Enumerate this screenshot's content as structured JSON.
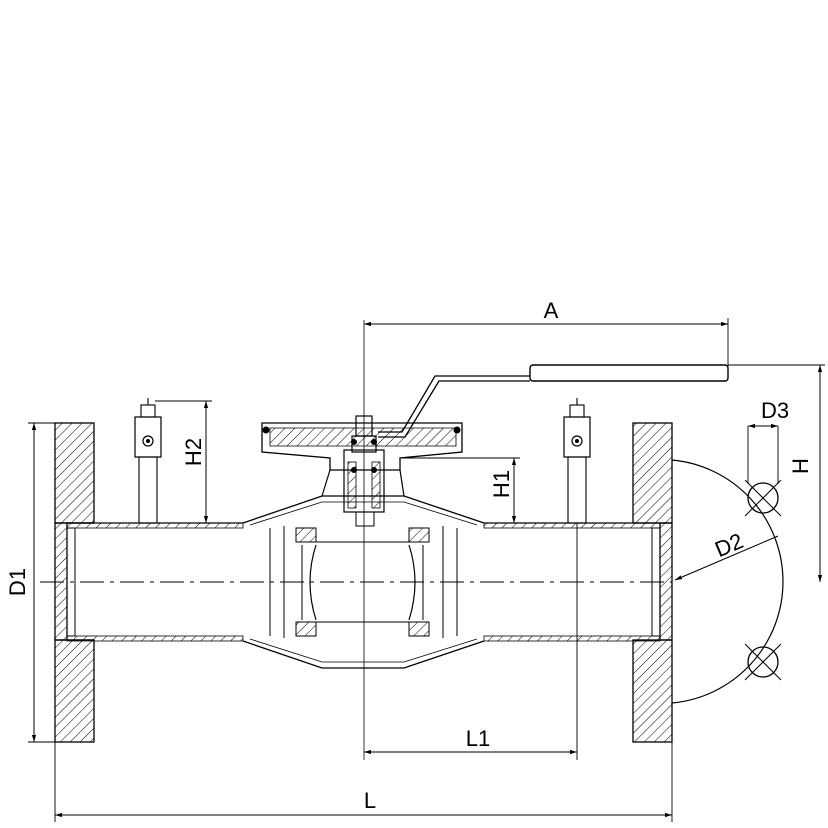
{
  "labels": {
    "A": "A",
    "H": "H",
    "H1": "H1",
    "H2": "H2",
    "D1": "D1",
    "D2": "D2",
    "D3": "D3",
    "L": "L",
    "L1": "L1"
  }
}
